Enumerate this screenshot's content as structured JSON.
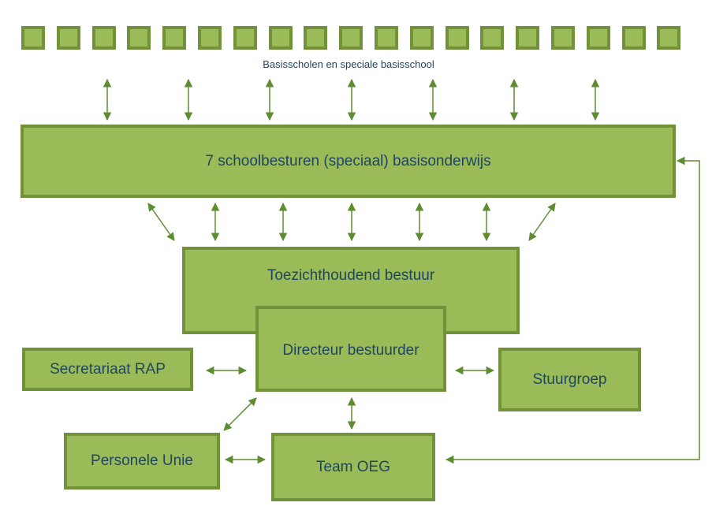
{
  "caption": "Basisscholen en speciale basisschool",
  "school_count": 19,
  "boxes": {
    "schoolbesturen": "7 schoolbesturen (speciaal) basisonderwijs",
    "toezicht": "Toezichthoudend bestuur",
    "directeur": "Directeur bestuurder",
    "secretariaat": "Secretariaat RAP",
    "stuurgroep": "Stuurgroep",
    "personele": "Personele Unie",
    "team": "Team OEG"
  },
  "colors": {
    "fill": "#9bbb59",
    "border": "#71913a",
    "text": "#1f4660",
    "arrow": "#5e8c31"
  }
}
